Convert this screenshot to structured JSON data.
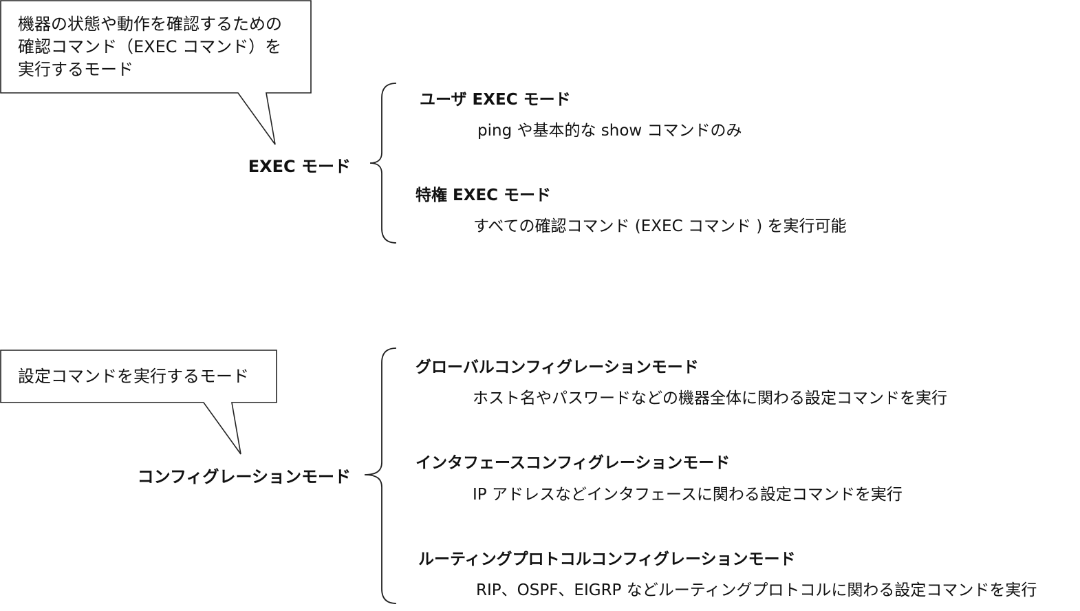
{
  "sections": [
    {
      "callout": "機器の状態や動作を確認するための\n確認コマンド（EXEC コマンド）を\n実行するモード",
      "title": "EXEC モード",
      "items": [
        {
          "title": "ユーザ EXEC モード",
          "description": "ping や基本的な show コマンドのみ"
        },
        {
          "title": "特権 EXEC モード",
          "description": "すべての確認コマンド (EXEC コマンド ) を実行可能"
        }
      ]
    },
    {
      "callout": "設定コマンドを実行するモード",
      "title": "コンフィグレーションモード",
      "items": [
        {
          "title": "グローバルコンフィグレーションモード",
          "description": "ホスト名やパスワードなどの機器全体に関わる設定コマンドを実行"
        },
        {
          "title": "インタフェースコンフィグレーションモード",
          "description": "IP アドレスなどインタフェースに関わる設定コマンドを実行"
        },
        {
          "title": "ルーティングプロトコルコンフィグレーションモード",
          "description": "RIP、OSPF、EIGRP などルーティングプロトコルに関わる設定コマンドを実行"
        }
      ]
    }
  ]
}
